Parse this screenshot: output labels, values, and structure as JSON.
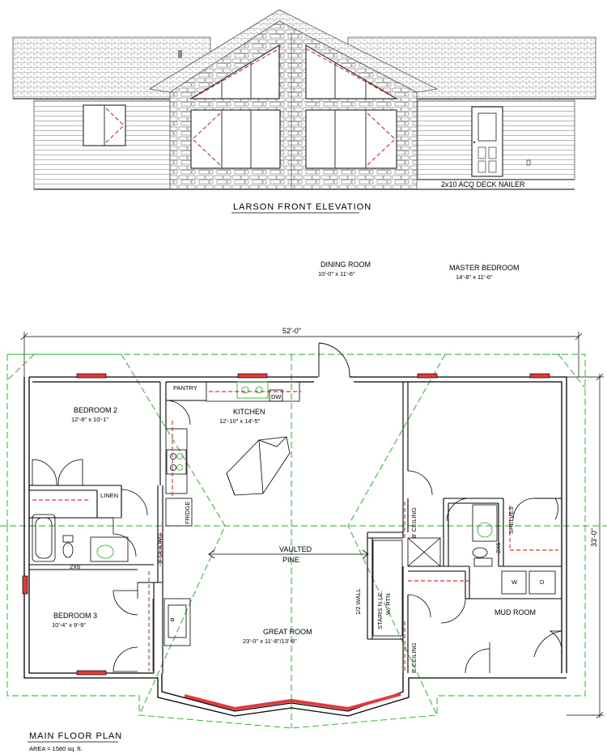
{
  "elevation": {
    "title": "LARSON FRONT ELEVATION",
    "deck_note": "2x10 ACQ DECK NAILER"
  },
  "plan": {
    "title": "MAIN FLOOR PLAN",
    "area": "AREA =   1580 sq. ft.",
    "width_dim": "52'-0\"",
    "depth_dim": "33'-0\"",
    "rooms": {
      "bedroom2": {
        "name": "BEDROOM 2",
        "size": "12'-8\" x 10'-1\""
      },
      "kitchen": {
        "name": "KITCHEN",
        "size": "12'-10\" x 14'-5\""
      },
      "dining": {
        "name": "DINING ROOM",
        "size": "10'-0\" x 11'-6\""
      },
      "master": {
        "name": "MASTER BEDROOM",
        "size": "14'-8\" x 11'-6\""
      },
      "bedroom3": {
        "name": "BEDROOM 3",
        "size": "10'-4\" x 9'-9\""
      },
      "great": {
        "name": "GREAT ROOM",
        "size": "23'-0\" x 11'-8\"/13'-8\""
      },
      "mud": {
        "name": "MUD ROOM"
      }
    },
    "labels": {
      "pantry": "PANTRY",
      "dw": "DW",
      "linen": "LINEN",
      "fridge": "FRIDGE",
      "ceiling": "8' CEILING",
      "twobysix": "2X6",
      "vaulted": "VAULTED",
      "pine": "PINE",
      "half_wall": "1/2 WALL",
      "stairs": "STAIRS N.I.C.",
      "wrtn": "W/ RTN",
      "shelves": "SHELVES",
      "washer": "W",
      "dryer": "D"
    }
  }
}
